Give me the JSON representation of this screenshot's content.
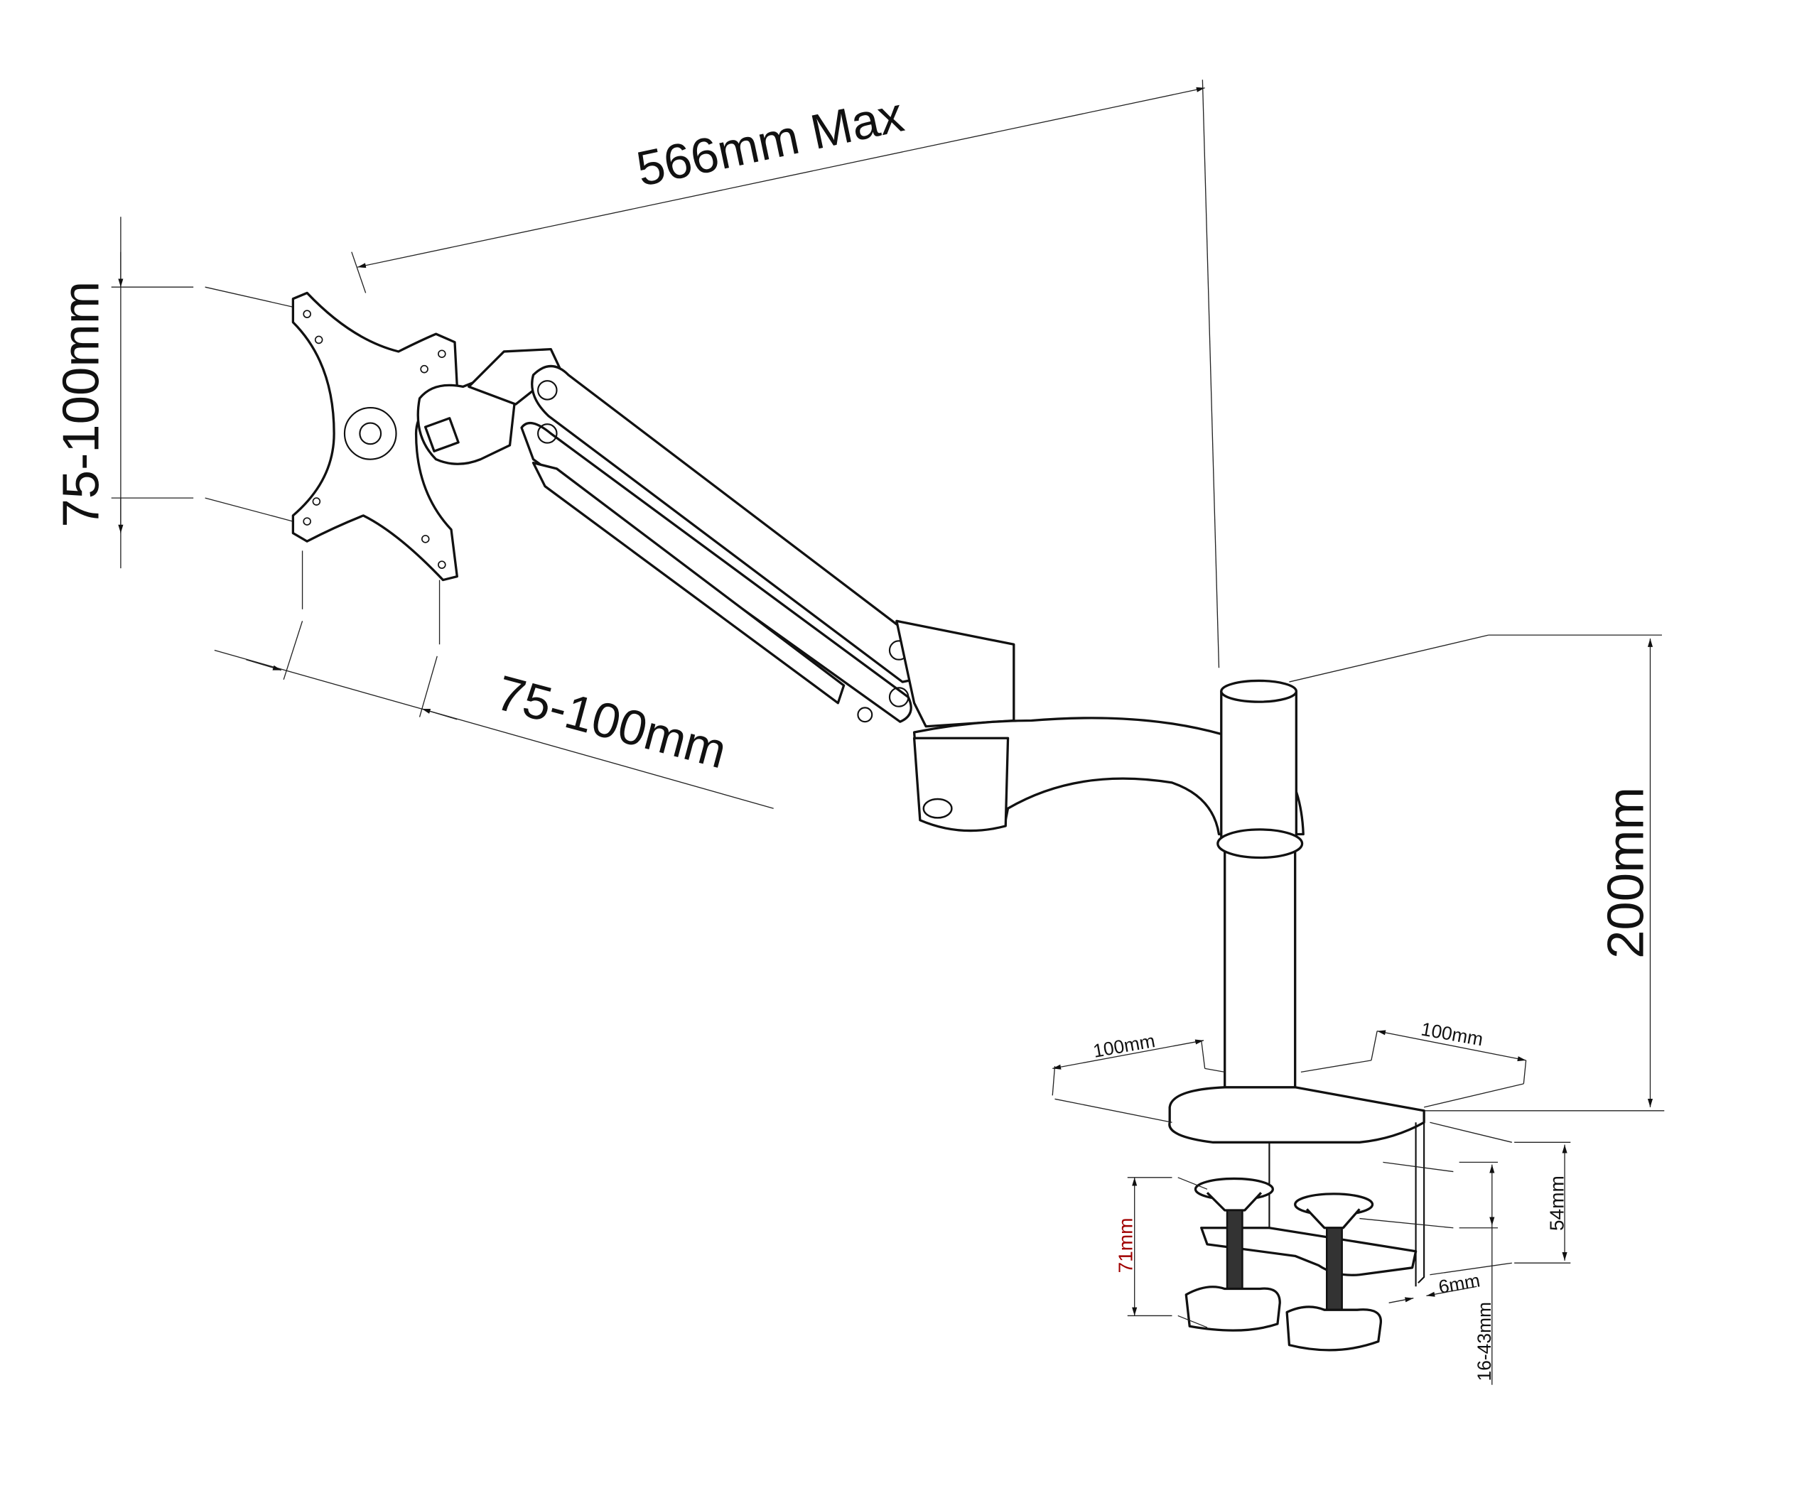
{
  "title": "Monitor arm dimension diagram",
  "dimensions": {
    "reach_max": "566mm Max",
    "vesa_vertical": "75-100mm",
    "vesa_horizontal": "75-100mm",
    "pole_height": "200mm",
    "base_left": "100mm",
    "base_right": "100mm",
    "clamp_height": "71mm",
    "clamp_depth": "54mm",
    "clamp_thickness": "6mm",
    "desk_thickness": "16-43mm"
  },
  "colors": {
    "line": "#111111",
    "highlight_label": "#a00000"
  }
}
